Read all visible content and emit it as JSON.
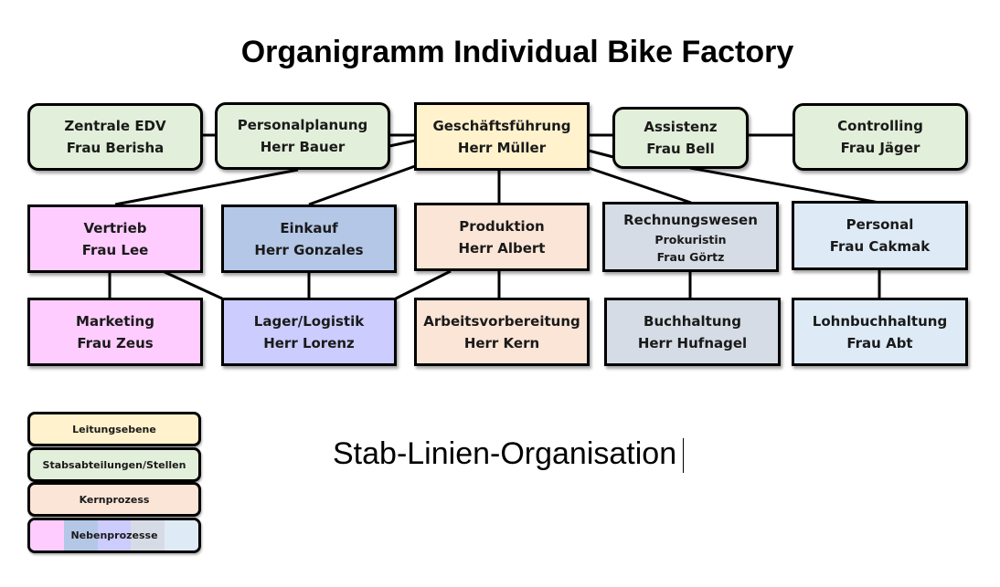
{
  "title": "Organigramm Individual Bike Factory",
  "subtitle": "Stab-Linien-Organisation",
  "colors": {
    "leitung": "#fff2cc",
    "stab": "#e2efda",
    "vertrieb": "#ffccff",
    "einkauf": "#b4c7e7",
    "produktion": "#fbe5d6",
    "rechnungswesen": "#d6dce5",
    "personal": "#deebf7",
    "lager": "#ccccff"
  },
  "nodes": {
    "zentrale_edv": {
      "title": "Zentrale EDV",
      "person": "Frau Berisha"
    },
    "personalplanung": {
      "title": "Personalplanung",
      "person": "Herr Bauer"
    },
    "geschaeftsfuehrung": {
      "title": "Geschäftsführung",
      "person": "Herr Müller"
    },
    "assistenz": {
      "title": "Assistenz",
      "person": "Frau Bell"
    },
    "controlling": {
      "title": "Controlling",
      "person": "Frau Jäger"
    },
    "vertrieb": {
      "title": "Vertrieb",
      "person": "Frau Lee"
    },
    "einkauf": {
      "title": "Einkauf",
      "person": "Herr Gonzales"
    },
    "produktion": {
      "title": "Produktion",
      "person": "Herr Albert"
    },
    "rechnungswesen": {
      "title": "Rechnungswesen",
      "role": "Prokuristin",
      "person": "Frau Görtz"
    },
    "personal": {
      "title": "Personal",
      "person": "Frau Cakmak"
    },
    "marketing": {
      "title": "Marketing",
      "person": "Frau Zeus"
    },
    "lager": {
      "title": "Lager/Logistik",
      "person": "Herr Lorenz"
    },
    "arbeitsvorbereitung": {
      "title": "Arbeitsvorbereitung",
      "person": "Herr Kern"
    },
    "buchhaltung": {
      "title": "Buchhaltung",
      "person": "Herr Hufnagel"
    },
    "lohnbuchhaltung": {
      "title": "Lohnbuchhaltung",
      "person": "Frau Abt"
    }
  },
  "legend": [
    {
      "label": "Leitungsebene"
    },
    {
      "label": "Stabsabteilungen/Stellen"
    },
    {
      "label": "Kernprozess"
    },
    {
      "label": "Nebenprozesse"
    }
  ]
}
